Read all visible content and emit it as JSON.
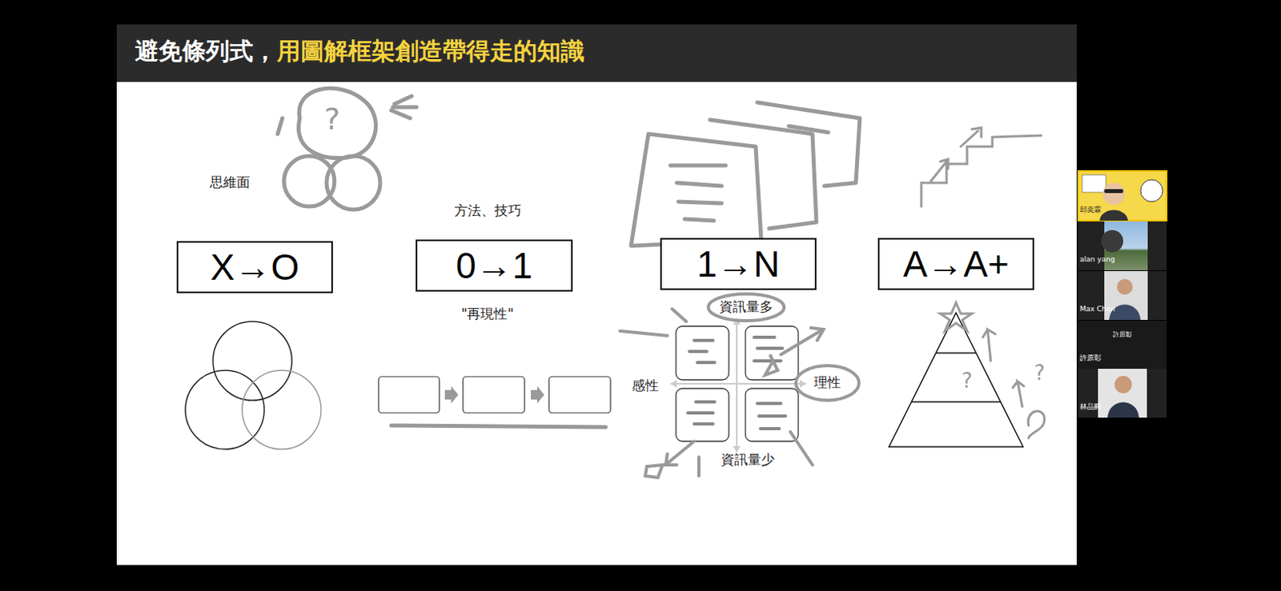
{
  "diagram": {
    "title": "避免條列式，用圖解框架創造帶得走的知識",
    "nodes": [
      {
        "text": [
          "X→O"
        ]
      },
      {
        "text": [
          "0→1"
        ]
      },
      {
        "text": [
          "1→N"
        ]
      },
      {
        "text": [
          "A→A+"
        ]
      }
    ],
    "labels": [
      "思維面",
      "?",
      "方法、技巧",
      "\"再現性\"",
      "資訊量多",
      "感性",
      "理性",
      "資訊量少",
      "?",
      "?",
      "邱奕霖",
      "alan yang",
      "Max Chen",
      "許原彰",
      "許原彰",
      "林品爵"
    ]
  }
}
